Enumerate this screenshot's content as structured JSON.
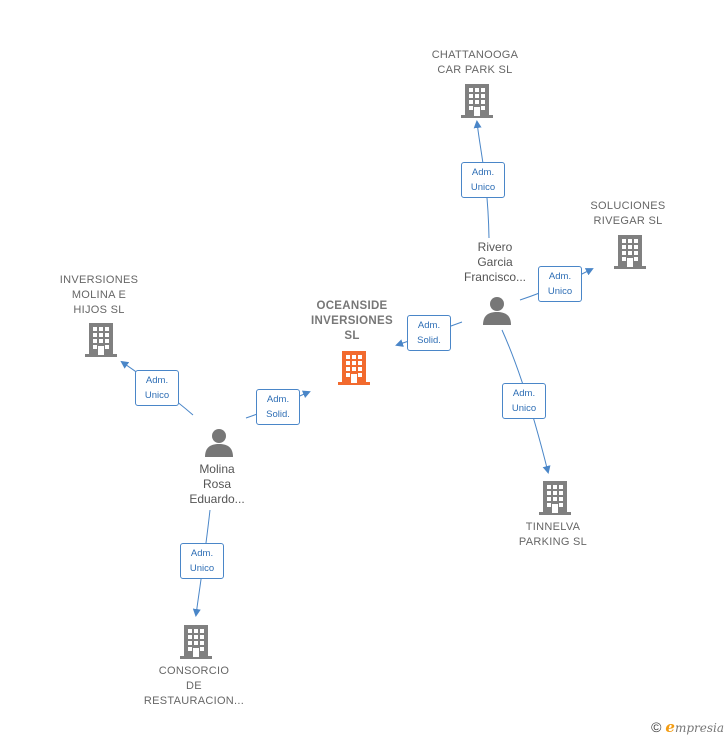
{
  "companies": {
    "oceanside": "OCEANSIDE\nINVERSIONES\nSL",
    "chattanooga": "CHATTANOOGA\nCAR PARK  SL",
    "soluciones": "SOLUCIONES\nRIVEGAR SL",
    "inversiones_molina": "INVERSIONES\nMOLINA E\nHIJOS SL",
    "tinnelva": "TINNELVA\nPARKING  SL",
    "consorcio": "CONSORCIO\nDE\nRESTAURACION..."
  },
  "persons": {
    "rivero": "Rivero\nGarcia\nFrancisco...",
    "molina": "Molina\nRosa\nEduardo..."
  },
  "edges": {
    "rivero_chattanooga": "Adm.\nUnico",
    "rivero_soluciones": "Adm.\nUnico",
    "rivero_oceanside": "Adm.\nSolid.",
    "rivero_tinnelva": "Adm.\nUnico",
    "molina_inversiones": "Adm.\nUnico",
    "molina_oceanside": "Adm.\nSolid.",
    "molina_consorcio": "Adm.\nUnico"
  },
  "colors": {
    "main_building": "#f26a2e",
    "building": "#808080",
    "person": "#777777",
    "edge": "#4a86c8"
  },
  "footer": {
    "copyright": "©",
    "brand_initial": "e",
    "brand_rest": "mpresia"
  }
}
